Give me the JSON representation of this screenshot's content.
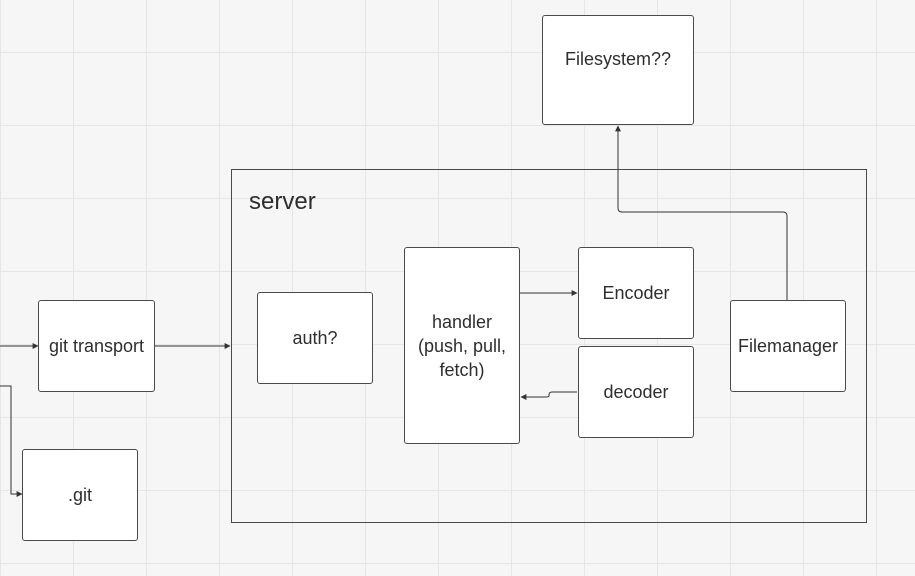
{
  "diagram": {
    "frames": [
      {
        "id": "server",
        "title": "server"
      }
    ],
    "nodes": [
      {
        "id": "filesystem",
        "label": "Filesystem??"
      },
      {
        "id": "git_transport",
        "label": "git transport"
      },
      {
        "id": "dot_git",
        "label": ".git"
      },
      {
        "id": "auth",
        "label": "auth?"
      },
      {
        "id": "handler",
        "label": "handler (push, pull, fetch)"
      },
      {
        "id": "encoder",
        "label": "Encoder"
      },
      {
        "id": "decoder",
        "label": "decoder"
      },
      {
        "id": "filemanager",
        "label": "Filemanager"
      }
    ],
    "edges": [
      {
        "from": "offscreen-left",
        "to": "git_transport"
      },
      {
        "from": "offscreen-left",
        "to": "dot_git"
      },
      {
        "from": "git_transport",
        "to": "server"
      },
      {
        "from": "handler",
        "to": "encoder"
      },
      {
        "from": "decoder",
        "to": "handler"
      },
      {
        "from": "filemanager",
        "to": "filesystem"
      }
    ],
    "colors": {
      "stroke": "#4a4a4a",
      "node_fill": "#ffffff",
      "text": "#2e2e2e",
      "grid": "#e6e6e6"
    }
  }
}
